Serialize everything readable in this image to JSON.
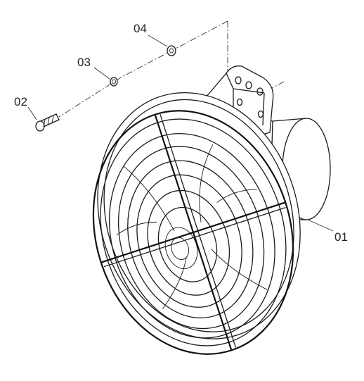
{
  "diagram": {
    "callouts": [
      {
        "id": "c01",
        "label": "01"
      },
      {
        "id": "c02",
        "label": "02"
      },
      {
        "id": "c03",
        "label": "03"
      },
      {
        "id": "c04",
        "label": "04"
      }
    ],
    "colors": {
      "line": "#1a1a1a",
      "background": "#ffffff"
    }
  }
}
